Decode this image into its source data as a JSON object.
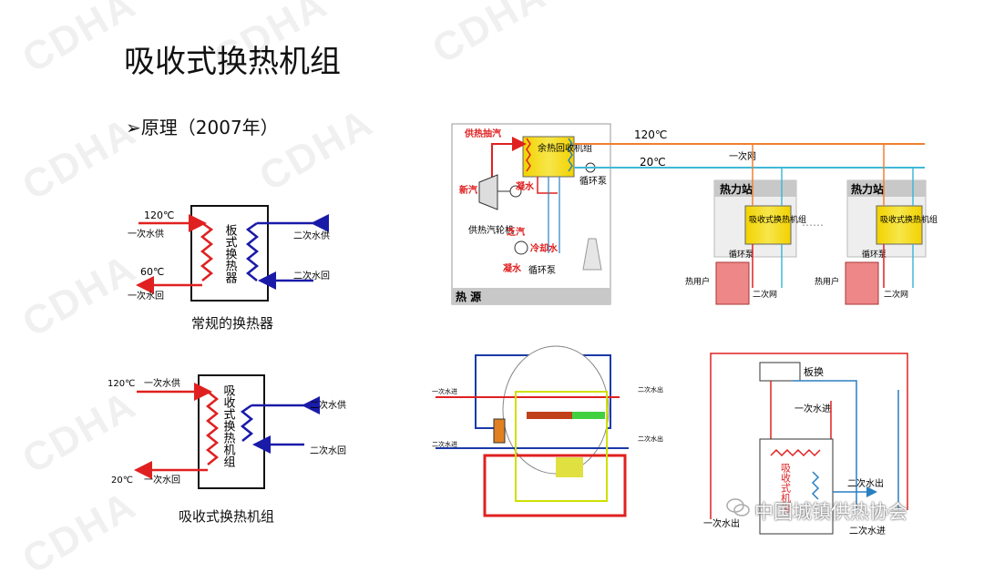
{
  "watermark": "CDHA",
  "title": "吸收式换热机组",
  "subtitle": "原理（2007年）",
  "hx1": {
    "t_hot": "120℃",
    "supply1": "一次水供",
    "t_ret": "60℃",
    "return1": "一次水回",
    "supply2": "二次水供",
    "return2": "二次水回",
    "device_label": "板式换热器",
    "caption": "常规的换热器"
  },
  "hx2": {
    "t_hot": "120℃",
    "supply1": "一次水供",
    "t_ret": "20℃",
    "return1": "一次水回",
    "supply2": "二次水供",
    "return2": "二次水回",
    "device_label": "吸收式换热机组",
    "caption": "吸收式换热机组"
  },
  "system": {
    "extract_steam": "供热抽汽",
    "heat_recovery": "余热回收机组",
    "new_steam": "新汽",
    "condensate": "凝水",
    "pump": "循环泵",
    "turbine": "供热汽轮机",
    "exhaust": "乏汽",
    "cooling_water": "冷却水",
    "condensate2": "凝水",
    "pump2": "循环泵",
    "source": "热 源",
    "t120": "120℃",
    "t20": "20℃",
    "primary_net": "一次网",
    "station": "热力站",
    "station_unit": "吸收式换热机组",
    "station_pump": "循环泵",
    "user": "热用户",
    "secondary_net": "二次网",
    "dots": "……"
  },
  "internal": {
    "in1": "一次水进",
    "out1": "二次水出",
    "in2": "二次水进",
    "out2": "二次水出"
  },
  "schematic": {
    "plate": "板换",
    "primary_in": "一次水进",
    "unit": "吸收式机组",
    "secondary_out": "二次水出",
    "primary_out": "一次水出",
    "secondary_in": "二次水进"
  },
  "brand": "中国城镇供热协会"
}
